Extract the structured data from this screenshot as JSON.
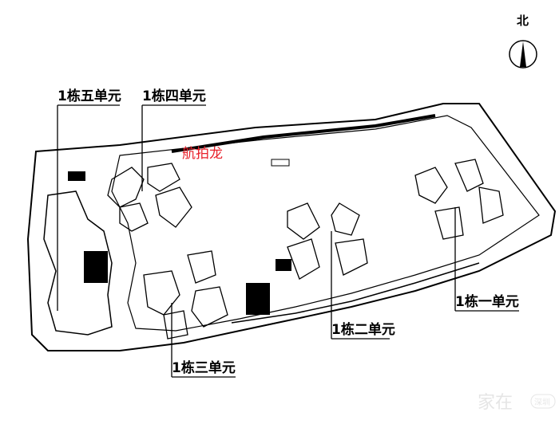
{
  "north_label": "北",
  "road_label": "航拍龙",
  "units": [
    {
      "label": "1栋五单元"
    },
    {
      "label": "1栋四单元"
    },
    {
      "label": "1栋三单元"
    },
    {
      "label": "1栋二单元"
    },
    {
      "label": "1栋一单元"
    }
  ],
  "watermark": "家在深圳",
  "colors": {
    "line": "#000000",
    "annotation": "#e8202a"
  }
}
